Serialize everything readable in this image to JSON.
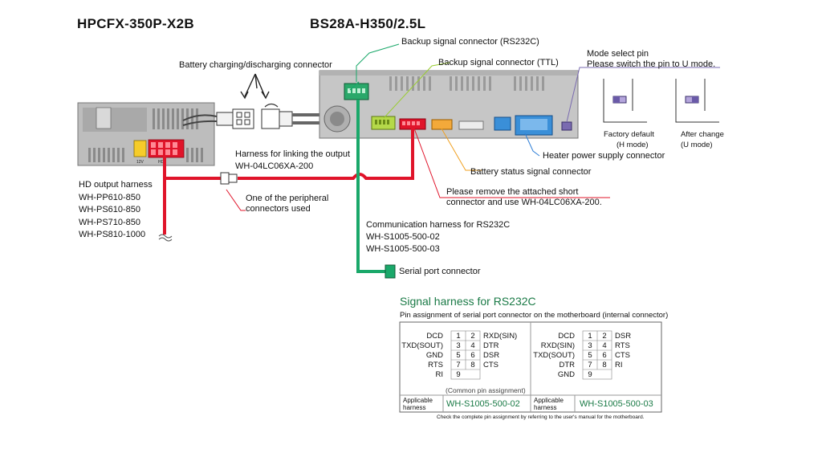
{
  "titles": {
    "left": "HPCFX-350P-X2B",
    "right": "BS28A-H350/2.5L"
  },
  "labels": {
    "battery_connector": "Battery charging/discharging connector",
    "backup_rs232c": "Backup signal connector (RS232C)",
    "backup_ttl": "Backup signal connector (TTL)",
    "mode_pin_line1": "Mode select pin",
    "mode_pin_line2": "Please switch the pin to U mode.",
    "factory_default_1": "Factory default",
    "factory_default_2": "(H mode)",
    "after_change_1": "After change",
    "after_change_2": "(U mode)",
    "heater_connector": "Heater power supply connector",
    "battery_status": "Battery status signal connector",
    "remove_short_1": "Please remove the attached short",
    "remove_short_2": "connector and use WH-04LC06XA-200.",
    "harness_link_1": "Harness for linking the output",
    "harness_link_2": "WH-04LC06XA-200",
    "peripheral_1": "One of the peripheral",
    "peripheral_2": "connectors used",
    "hd_output": [
      "HD output harness",
      "WH-PP610-850",
      "WH-PS610-850",
      "WH-PS710-850",
      "WH-PS810-1000"
    ],
    "comm_harness": [
      "Communication harness for RS232C",
      "WH-S1005-500-02",
      "WH-S1005-500-03"
    ],
    "serial_port": "Serial port connector",
    "psu_12v": "12V",
    "psu_hd": "HD"
  },
  "signal_table": {
    "title": "Signal harness for RS232C",
    "subtitle": "Pin assignment of serial port connector on the motherboard (internal connector)",
    "common_note": "(Common pin assignment)",
    "applicable": "Applicable harness",
    "left": {
      "pins_left": [
        "DCD",
        "TXD(SOUT)",
        "GND",
        "RTS",
        "RI"
      ],
      "pins_right": [
        "RXD(SIN)",
        "DTR",
        "DSR",
        "CTS"
      ],
      "harness": "WH-S1005-500-02"
    },
    "right": {
      "pins_left": [
        "DCD",
        "RXD(SIN)",
        "TXD(SOUT)",
        "DTR",
        "GND"
      ],
      "pins_right": [
        "DSR",
        "RTS",
        "CTS",
        "RI"
      ],
      "harness": "WH-S1005-500-03"
    },
    "pin_numbers": [
      [
        "1",
        "2"
      ],
      [
        "3",
        "4"
      ],
      [
        "5",
        "6"
      ],
      [
        "7",
        "8"
      ],
      [
        "9",
        ""
      ]
    ],
    "footnote": "Check the complete pin assignment by referring to the user's manual for the motherboard."
  },
  "colors": {
    "red_wire": "#e0142a",
    "green_wire": "#1aa86a",
    "ttl_line": "#9acd32",
    "status_line": "#f0a020",
    "heater_line": "#2f7fd6",
    "mode_line": "#7a6bb0",
    "green_text": "#1a7a46"
  }
}
